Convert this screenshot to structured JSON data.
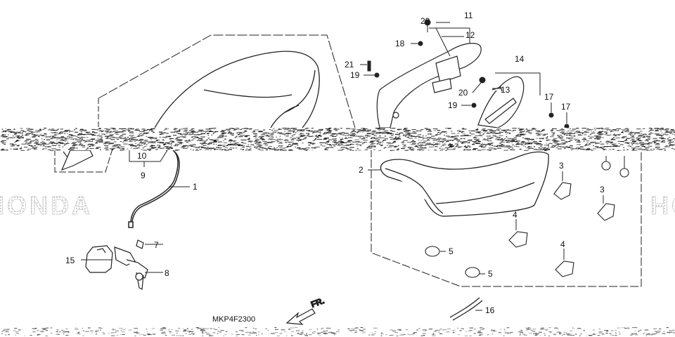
{
  "diagram_code": "MKP4F2300",
  "front_marker": "FR.",
  "watermark": "HONDA",
  "callouts": [
    {
      "id": "c1",
      "text": "1"
    },
    {
      "id": "c2",
      "text": "2"
    },
    {
      "id": "c3a",
      "text": "3"
    },
    {
      "id": "c3b",
      "text": "3"
    },
    {
      "id": "c4a",
      "text": "4"
    },
    {
      "id": "c4b",
      "text": "4"
    },
    {
      "id": "c5a",
      "text": "5"
    },
    {
      "id": "c5b",
      "text": "5"
    },
    {
      "id": "c7",
      "text": "7"
    },
    {
      "id": "c8",
      "text": "8"
    },
    {
      "id": "c9",
      "text": "9"
    },
    {
      "id": "c10",
      "text": "10"
    },
    {
      "id": "c11",
      "text": "11"
    },
    {
      "id": "c12",
      "text": "12"
    },
    {
      "id": "c13",
      "text": "13"
    },
    {
      "id": "c14",
      "text": "14"
    },
    {
      "id": "c15",
      "text": "15"
    },
    {
      "id": "c16",
      "text": "16"
    },
    {
      "id": "c17a",
      "text": "17"
    },
    {
      "id": "c17b",
      "text": "17"
    },
    {
      "id": "c18",
      "text": "18"
    },
    {
      "id": "c19a",
      "text": "19"
    },
    {
      "id": "c19b",
      "text": "19"
    },
    {
      "id": "c20a",
      "text": "20"
    },
    {
      "id": "c20b",
      "text": "20"
    },
    {
      "id": "c21",
      "text": "21"
    }
  ]
}
